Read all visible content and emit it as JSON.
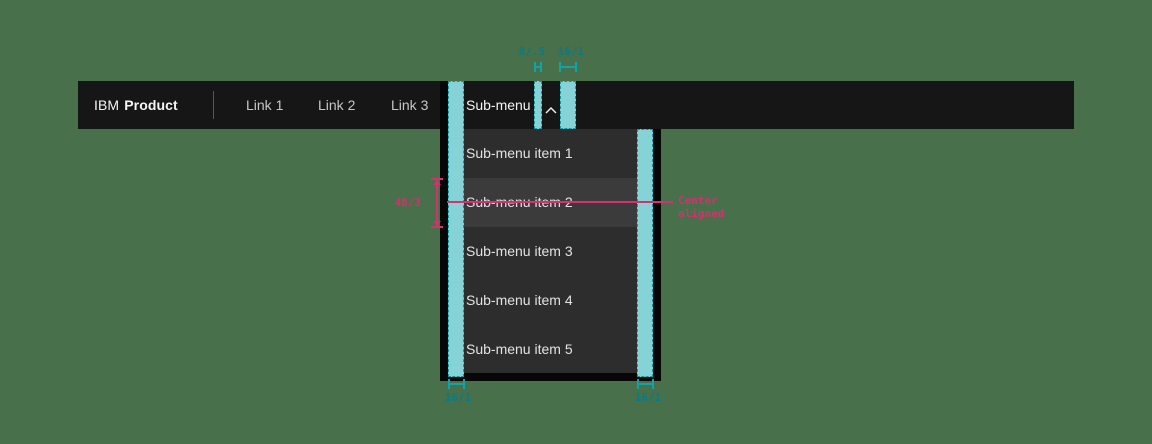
{
  "canvas": {
    "background": "#47704b"
  },
  "header": {
    "brand": {
      "prefix": "IBM",
      "name": "Product"
    },
    "links": [
      "Link 1",
      "Link 2",
      "Link 3"
    ],
    "submenu_label": "Sub-menu",
    "chevron_icon": "chevron-up-icon"
  },
  "menu": {
    "items": [
      "Sub-menu item 1",
      "Sub-menu item 2",
      "Sub-menu item 3",
      "Sub-menu item 4",
      "Sub-menu item 5"
    ],
    "highlighted_item": "Sub-menu item 2"
  },
  "annotations": {
    "colors": {
      "teal_strip_fill": "#85d3d6",
      "teal_strip_dash": "#0e9aa0",
      "teal_text": "#0b7b83",
      "pink": "#d5306f",
      "header_bg": "#161616",
      "menu_row_bg": "#2d2d2d",
      "menu_row_highlight_bg": "#3b3b3b"
    },
    "top_measure_small": "8/.5",
    "top_measure_large": "16/1",
    "bottom_measure_left": "16/1",
    "bottom_measure_right": "16/1",
    "item_height_measure": "48/3",
    "alignment_note": "Center aligned"
  }
}
